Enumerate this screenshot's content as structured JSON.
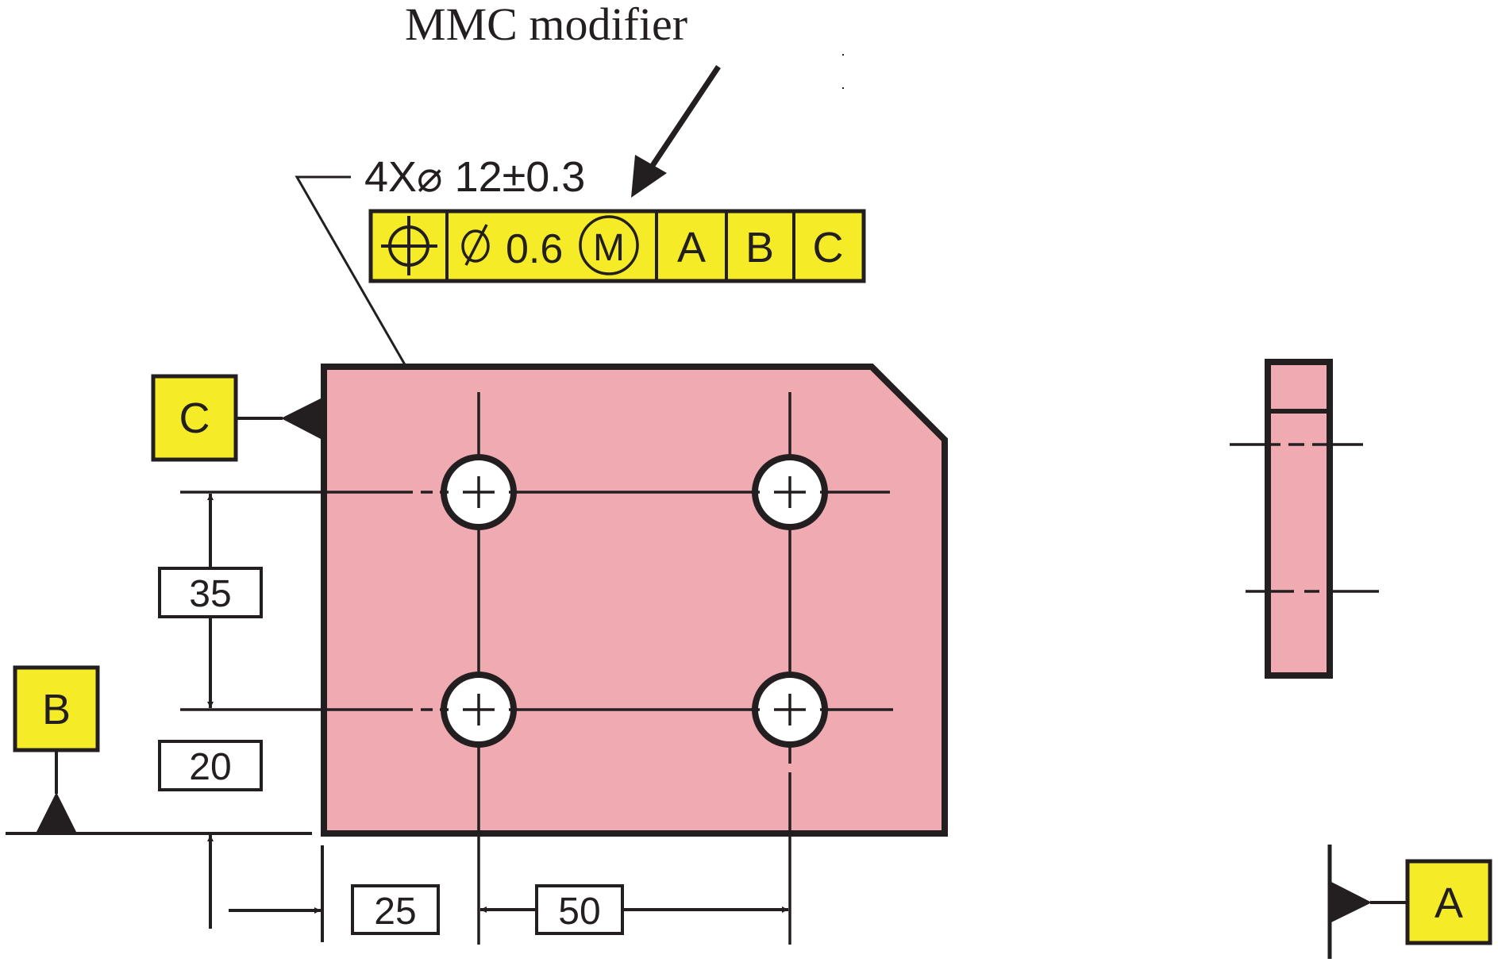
{
  "colors": {
    "part_fill": "#f0aab1",
    "frame_fill": "#f5ec27",
    "ink": "#231f20",
    "background": "#ffffff"
  },
  "annotation": {
    "mmc_label": "MMC modifier"
  },
  "hole_callout": {
    "text": "4X⌀ 12±0.3"
  },
  "feature_control_frame": {
    "symbol_icon": "position-icon",
    "tolerance_diameter_symbol": "⌀",
    "tolerance_value": "0.6",
    "modifier": "M",
    "datum_primary": "A",
    "datum_secondary": "B",
    "datum_tertiary": "C"
  },
  "datums": {
    "a": "A",
    "b": "B",
    "c": "C"
  },
  "dimensions": {
    "hole_spacing_vertical": "35",
    "edge_to_hole_vertical": "20",
    "edge_to_hole_horizontal": "25",
    "hole_spacing_horizontal": "50"
  }
}
